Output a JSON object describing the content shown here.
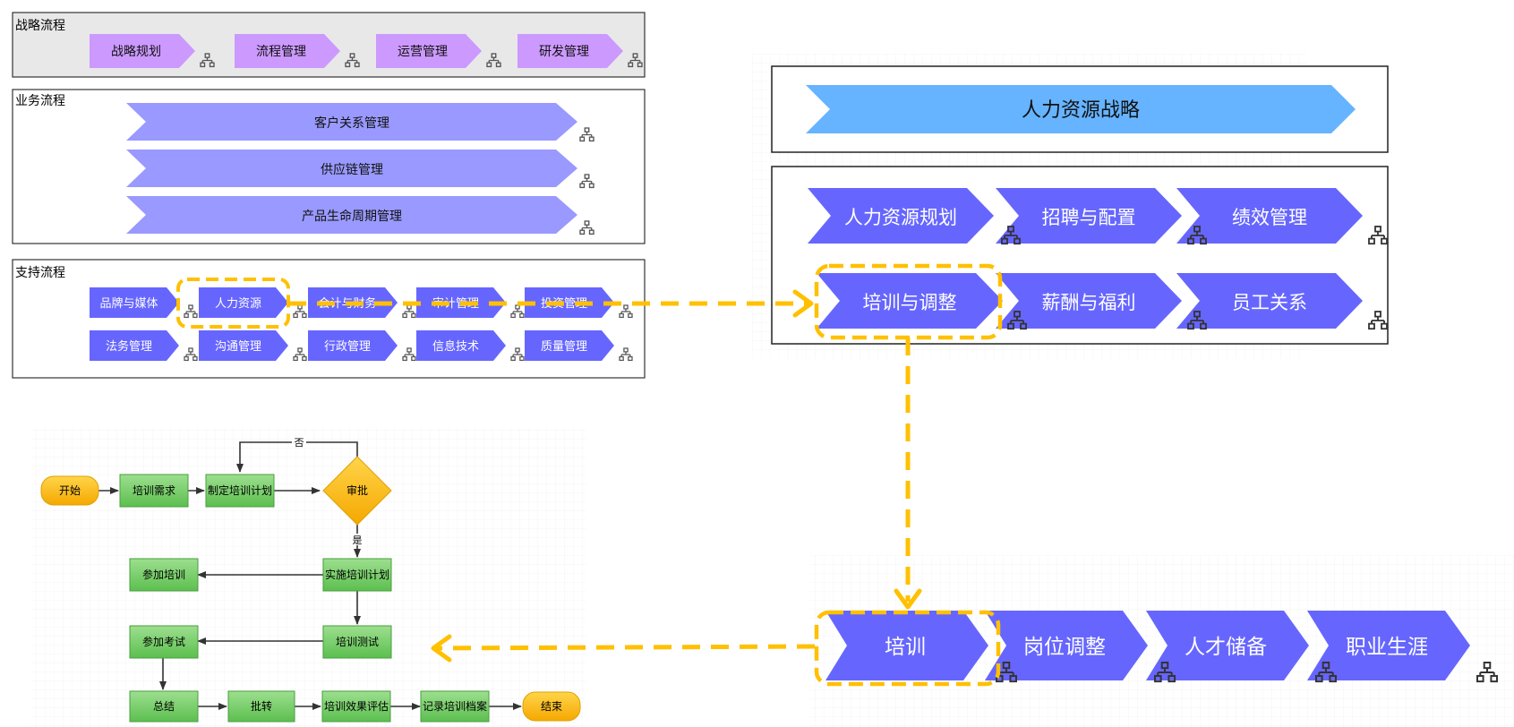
{
  "colors": {
    "strategy_bg": "#e8e8e8",
    "strategy_arrow": "#cc99ff",
    "business_arrow": "#9999ff",
    "support_arrow": "#6666ff",
    "hr_strategy": "#66b3ff",
    "hr_modules": "#6666ff",
    "highlight": "#ffc000",
    "flow_green": "#7ccf6f",
    "flow_yellow": "#ffc20e",
    "connector": "#333333"
  },
  "sections": {
    "strategy": {
      "title": "战略流程",
      "items": [
        "战略规划",
        "流程管理",
        "运营管理",
        "研发管理"
      ]
    },
    "business": {
      "title": "业务流程",
      "items": [
        "客户关系管理",
        "供应链管理",
        "产品生命周期管理"
      ]
    },
    "support": {
      "title": "支持流程",
      "row1": [
        "品牌与媒体",
        "人力资源",
        "会计与财务",
        "审计管理",
        "投资管理"
      ],
      "row2": [
        "法务管理",
        "沟通管理",
        "行政管理",
        "信息技术",
        "质量管理"
      ]
    }
  },
  "hr": {
    "strategy_label": "人力资源战略",
    "modules": [
      "人力资源规划",
      "招聘与配置",
      "绩效管理",
      "培训与调整",
      "薪酬与福利",
      "员工关系"
    ]
  },
  "training": {
    "items": [
      "培训",
      "岗位调整",
      "人才储备",
      "职业生涯"
    ]
  },
  "flow": {
    "start": "开始",
    "demand": "培训需求",
    "plan": "制定培训计划",
    "approve": "审批",
    "no_label": "否",
    "yes_label": "是",
    "implement": "实施培训计划",
    "attend": "参加培训",
    "test": "培训测试",
    "exam": "参加考试",
    "summary": "总结",
    "transfer": "批转",
    "evaluate": "培训效果评估",
    "archive": "记录培训档案",
    "end": "结束"
  }
}
